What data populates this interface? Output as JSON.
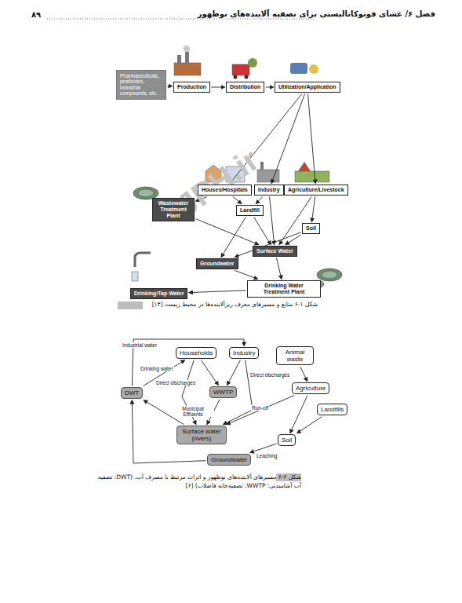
{
  "diagram": {
    "title": "فصل ۶/ غشای فوتوکاتالیستی برای تصفیه آلاینده‌های نوظهور",
    "nodes": [
      {
        "text": [
          "Pharmaceuticals, pesticides, industrial compounds, etc."
        ]
      },
      {
        "text": [
          "Production"
        ]
      },
      {
        "text": [
          "Distribution"
        ]
      },
      {
        "text": [
          "Utilization/Application"
        ]
      },
      {
        "text": [
          "Houses/Hospitals"
        ]
      },
      {
        "text": [
          "Industry"
        ]
      },
      {
        "text": [
          "Agriculture/Livestock"
        ]
      },
      {
        "text": [
          "Wastewater Treatment Plant"
        ]
      },
      {
        "text": [
          "Landfill"
        ]
      },
      {
        "text": [
          "Soil"
        ]
      },
      {
        "text": [
          "Surface Water"
        ]
      },
      {
        "text": [
          "Groundwater"
        ]
      },
      {
        "text": [
          "Drinking Water Treatment Plant"
        ]
      },
      {
        "text": [
          "Drinking/Tap Water"
        ]
      },
      {
        "text": [
          "Households"
        ]
      },
      {
        "text": [
          "Industry"
        ]
      },
      {
        "text": [
          "Animal waste"
        ]
      },
      {
        "text": [
          "DWT"
        ]
      },
      {
        "text": [
          "WWTP"
        ]
      },
      {
        "text": [
          "Agriculture"
        ]
      },
      {
        "text": [
          "Landfills"
        ]
      },
      {
        "text": [
          "Surface water (rivers)"
        ]
      },
      {
        "text": [
          "Soil"
        ]
      },
      {
        "text": [
          "Groundwater"
        ]
      }
    ],
    "edges": [
      {
        "from": 0,
        "to": 1,
        "arrow": "to"
      },
      {
        "from": 1,
        "to": 2,
        "arrow": "to"
      },
      {
        "from": 2,
        "to": 3,
        "arrow": "to"
      },
      {
        "from": 3,
        "to": 4,
        "arrow": "to"
      },
      {
        "from": 3,
        "to": 5,
        "arrow": "to"
      },
      {
        "from": 3,
        "to": 6,
        "arrow": "to"
      },
      {
        "from": 4,
        "to": 7,
        "arrow": "to"
      },
      {
        "from": 4,
        "to": 8,
        "arrow": "to"
      },
      {
        "from": 5,
        "to": 8,
        "arrow": "to"
      },
      {
        "from": 5,
        "to": 10,
        "arrow": "to"
      },
      {
        "from": 6,
        "to": 9,
        "arrow": "to"
      },
      {
        "from": 6,
        "to": 10,
        "arrow": "to"
      },
      {
        "from": 7,
        "to": 10,
        "arrow": "to"
      },
      {
        "from": 8,
        "to": 11,
        "arrow": "to"
      },
      {
        "from": 8,
        "to": 10,
        "arrow": "to"
      },
      {
        "from": 9,
        "to": 10,
        "arrow": "to"
      },
      {
        "from": 9,
        "to": 11,
        "arrow": "to"
      },
      {
        "from": 10,
        "to": 12,
        "arrow": "to"
      },
      {
        "from": 11,
        "to": 12,
        "arrow": "to"
      },
      {
        "from": 12,
        "to": 13,
        "arrow": "to"
      },
      {
        "from": 17,
        "to": 14,
        "label": "Drinking water",
        "arrow": "to"
      },
      {
        "from": 17,
        "to": 15,
        "label": "Industrial water",
        "arrow": "to"
      },
      {
        "from": 14,
        "to": 18,
        "arrow": "to"
      },
      {
        "from": 14,
        "to": 21,
        "label": "Direct discharges",
        "arrow": "to"
      },
      {
        "from": 15,
        "to": 18,
        "arrow": "to"
      },
      {
        "from": 15,
        "to": 21,
        "label": "Direct discharges",
        "arrow": "to"
      },
      {
        "from": 18,
        "to": 21,
        "label": "Municipal Effluents",
        "arrow": "to"
      },
      {
        "from": 16,
        "to": 19,
        "arrow": "to"
      },
      {
        "from": 19,
        "to": 21,
        "label": "Run-off",
        "arrow": "to"
      },
      {
        "from": 19,
        "to": 22,
        "arrow": "to"
      },
      {
        "from": 20,
        "to": 22,
        "arrow": "to"
      },
      {
        "from": 22,
        "to": 23,
        "label": "Leaching",
        "arrow": "to"
      },
      {
        "from": 23,
        "to": 17,
        "arrow": "to"
      },
      {
        "from": 21,
        "to": 17,
        "arrow": "to"
      }
    ],
    "labels": [
      "۸۹",
      "شکل ۱-۶ منابع و مسیرهای معرف ریزآلاینده‌ها در محیط زیست [۱۳]",
      "شکل ۲-۶ مسیرهای آلاینده‌های نوظهور و اثرات مرتبط با مصرف آب. (DWT: تصفیه آب آشامیدنی؛ WWTP: تصفیه‌خانه فاضلاب) [۶]",
      "JPH.ir"
    ]
  }
}
